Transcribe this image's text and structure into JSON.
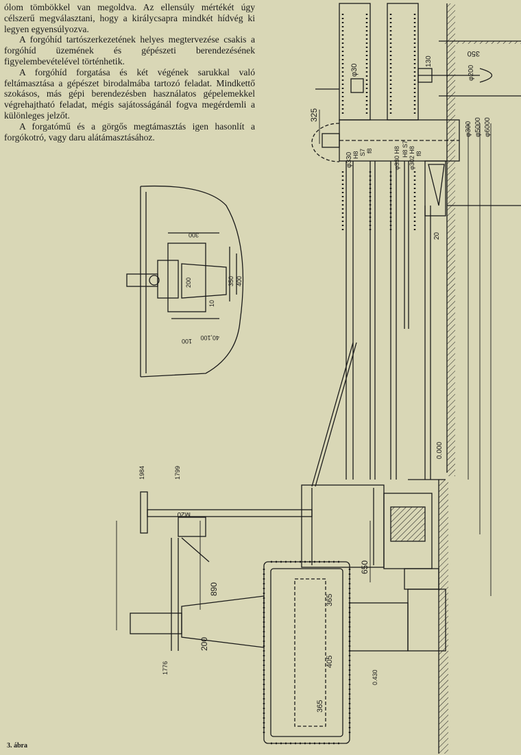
{
  "text": {
    "p1": "ólom tömbökkel van megoldva. Az ellensúly mértékét úgy célszerű megválasztani, hogy a királycsapra mindkét hídvég ki legyen egyensúlyozva.",
    "p2": "A forgóhíd tartószerkezetének helyes megtervezése csakis a forgóhíd üzemének és gépészeti berendezésének figyelembevételével történhetik.",
    "p3": "A forgóhíd forgatása és két végének sarukkal való feltámasztása a gépészet birodalmába tartozó feladat. Mindkettő szokásos, más gépi berendezésben használatos gépelemekkel végrehajtható feladat, mégis sajátosságánál fogva megérdemli a különleges jelzőt.",
    "p4": "A forgatómű és a görgős megtámasztás igen hasonlít a forgókotró, vagy daru alátámasztásához."
  },
  "caption": "3. ábra",
  "drawing": {
    "dims": {
      "d350": "350",
      "d130": "130",
      "d30": "φ30",
      "d200": "φ200",
      "d325": "325",
      "d330": "φ330",
      "d330b": "φ330 H8",
      "d302": "φ302 H8",
      "h8a": "H8",
      "s7": "S7",
      "f8a": "f8",
      "h8b": "H8 S7",
      "f8b": "f8",
      "d300_": "φ300",
      "d5000": "φ5000",
      "d6000": "φ6000",
      "d20": "20",
      "zero": "0.000",
      "d650": "650",
      "m20": "M20",
      "d890": "890",
      "d365a": "365",
      "d405": "405",
      "d365b": "365",
      "d200b": "200",
      "l1984": "1984",
      "l1799": "1799",
      "l1776": "1776",
      "l0430": "0.430",
      "i300": "300",
      "i350": "350",
      "i400": "400",
      "i200": "200",
      "i10": "10",
      "i100": "100",
      "i40100": "40,100"
    }
  }
}
